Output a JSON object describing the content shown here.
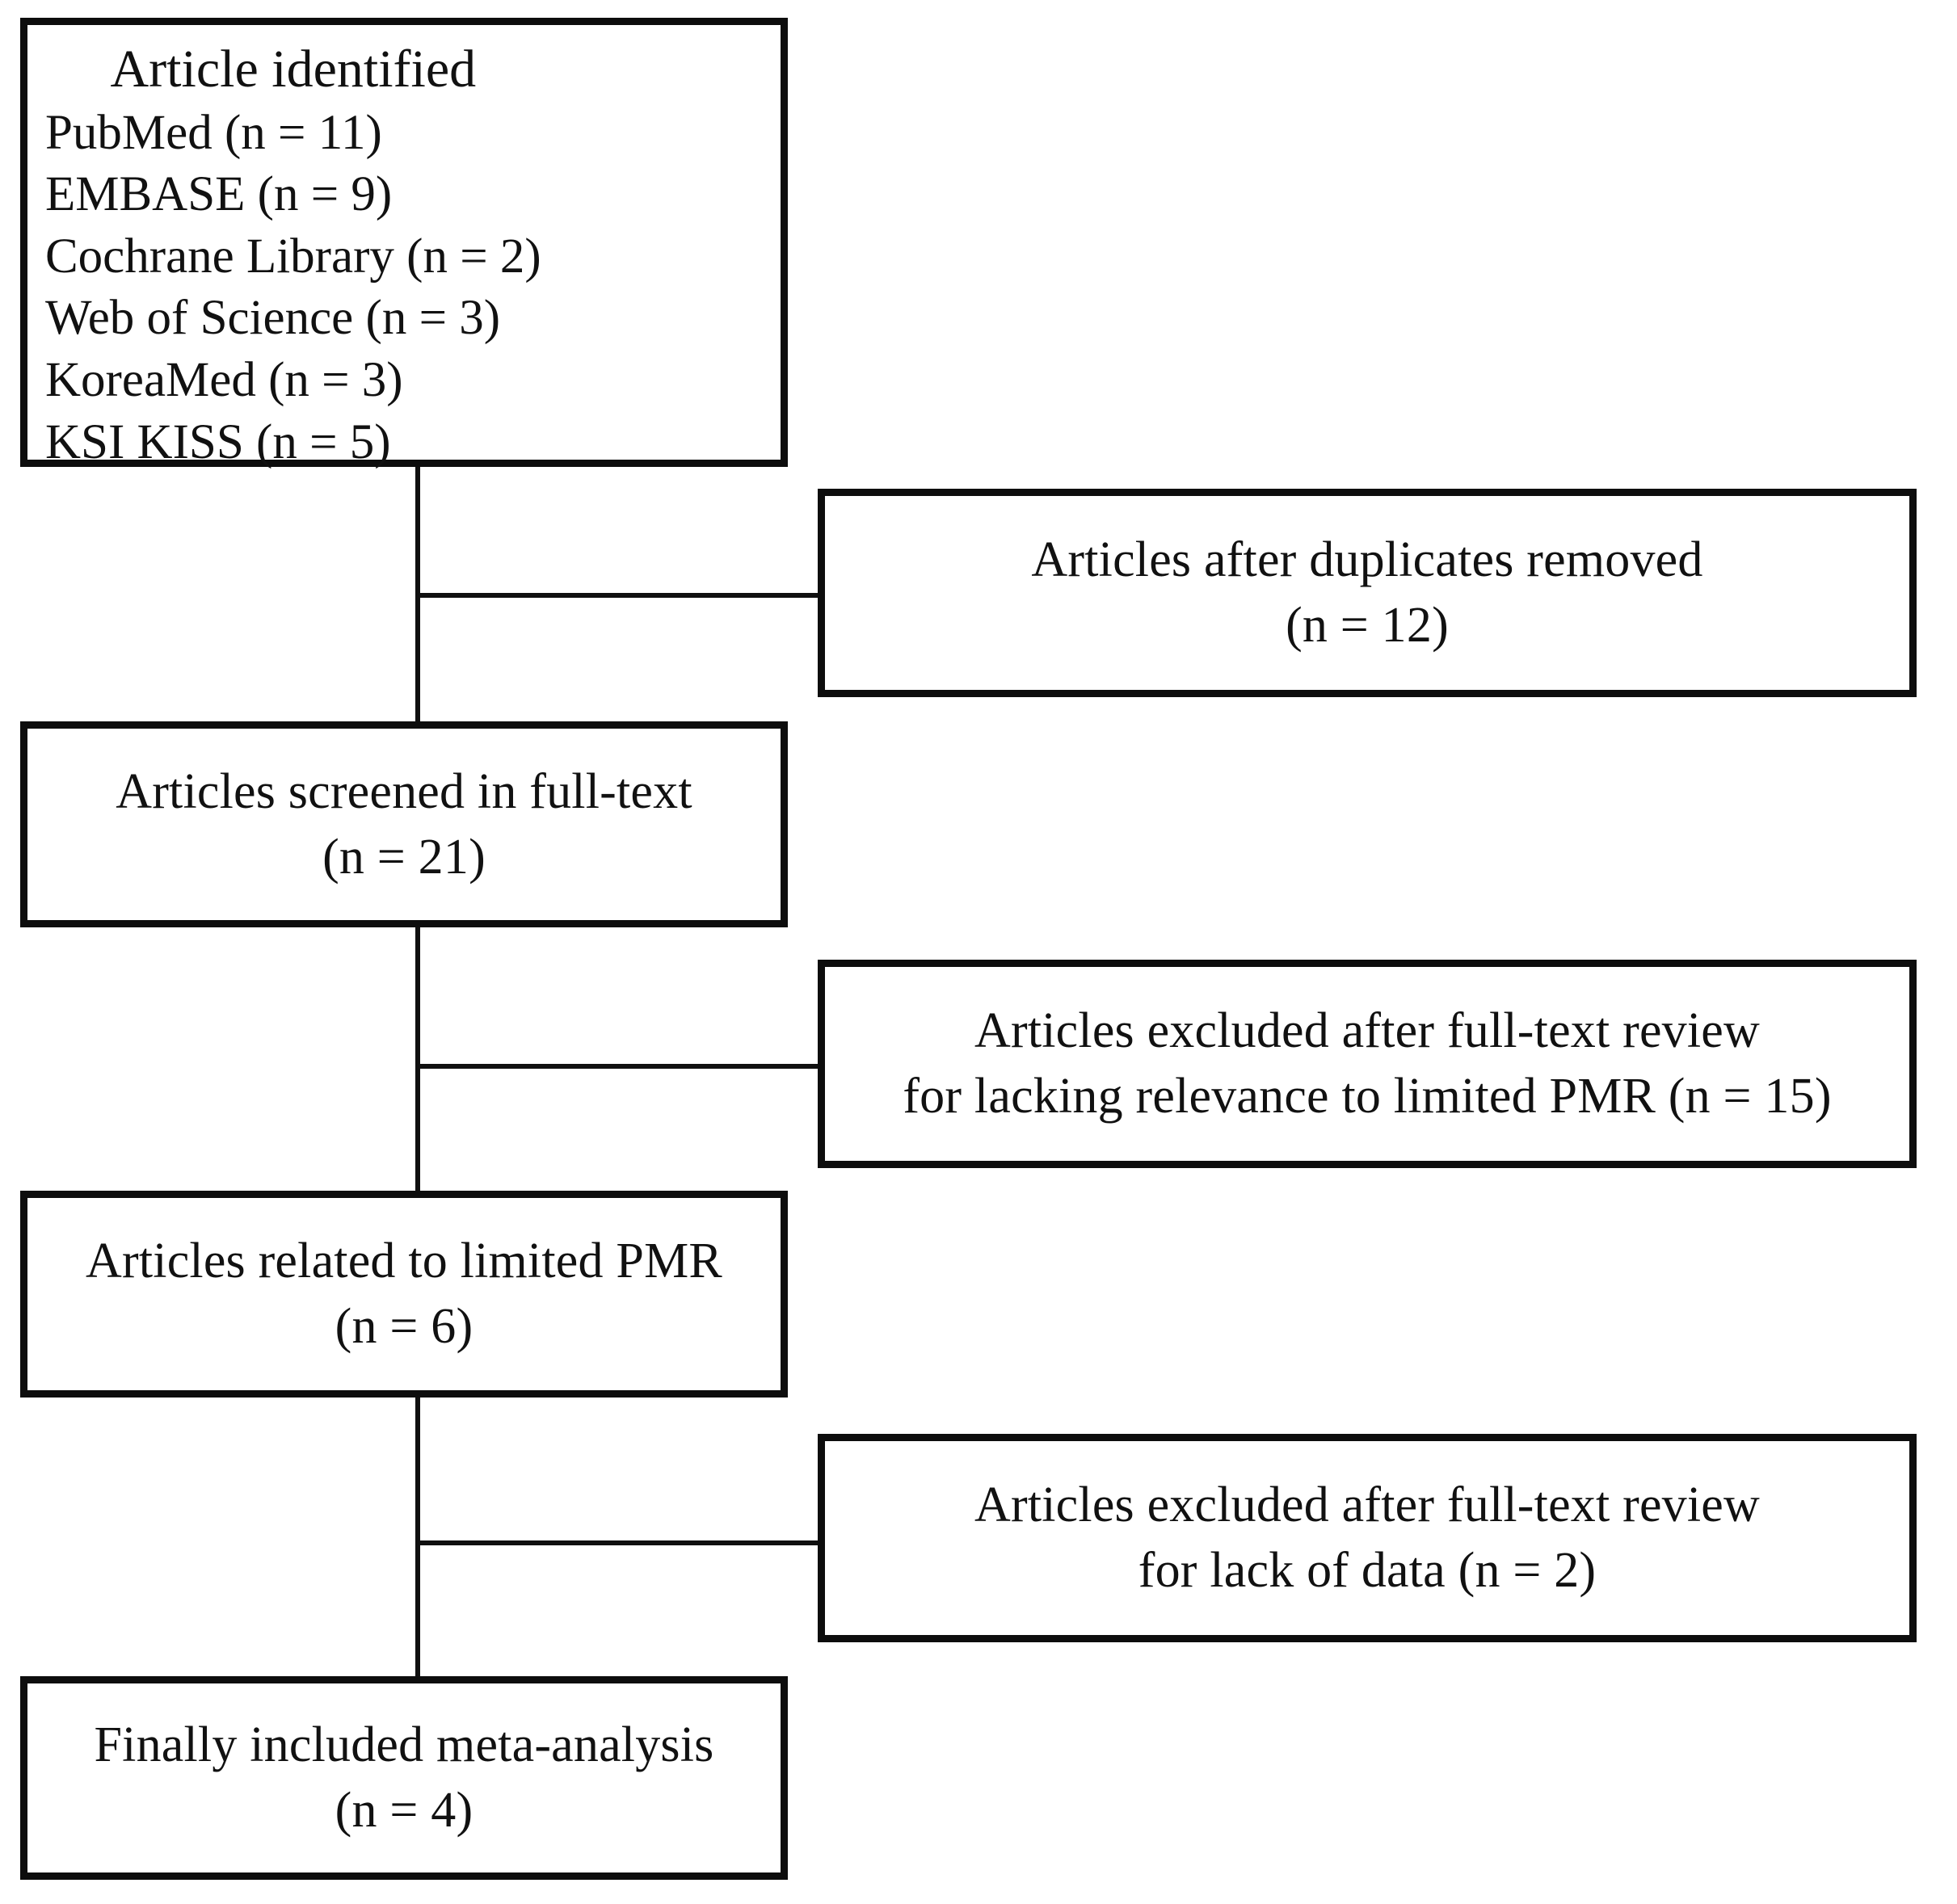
{
  "diagram": {
    "type": "prisma-flow-diagram",
    "title": "",
    "line_color": "#101010",
    "box_border_color": "#0d0d0d",
    "background": "#ffffff"
  },
  "boxes": {
    "identified": {
      "heading": "Article identified",
      "sources": [
        "PubMed (n = 11)",
        "EMBASE (n = 9)",
        "Cochrane Library (n = 2)",
        "Web of Science (n = 3)",
        "KoreaMed (n = 3)",
        "KSI KISS (n = 5)"
      ],
      "counts": {
        "PubMed": 11,
        "EMBASE": 9,
        "Cochrane Library": 2,
        "Web of Science": 3,
        "KoreaMed": 3,
        "KSI KISS": 5
      }
    },
    "duplicates_removed": {
      "line1": "Articles after duplicates removed",
      "line2": "(n = 12)",
      "count": 12
    },
    "screened_full_text": {
      "line1": "Articles screened in full-text",
      "line2": "(n = 21)",
      "count": 21
    },
    "excluded_relevance": {
      "line1": "Articles excluded after full-text review",
      "line2": "for lacking relevance to limited PMR (n = 15)",
      "count": 15
    },
    "related_pmr": {
      "line1": "Articles related to limited PMR",
      "line2": "(n = 6)",
      "count": 6
    },
    "excluded_data": {
      "line1": "Articles excluded after full-text review",
      "line2": "for lack of data (n = 2)",
      "count": 2
    },
    "included_meta": {
      "line1": "Finally included meta-analysis",
      "line2": "(n = 4)",
      "count": 4
    }
  }
}
